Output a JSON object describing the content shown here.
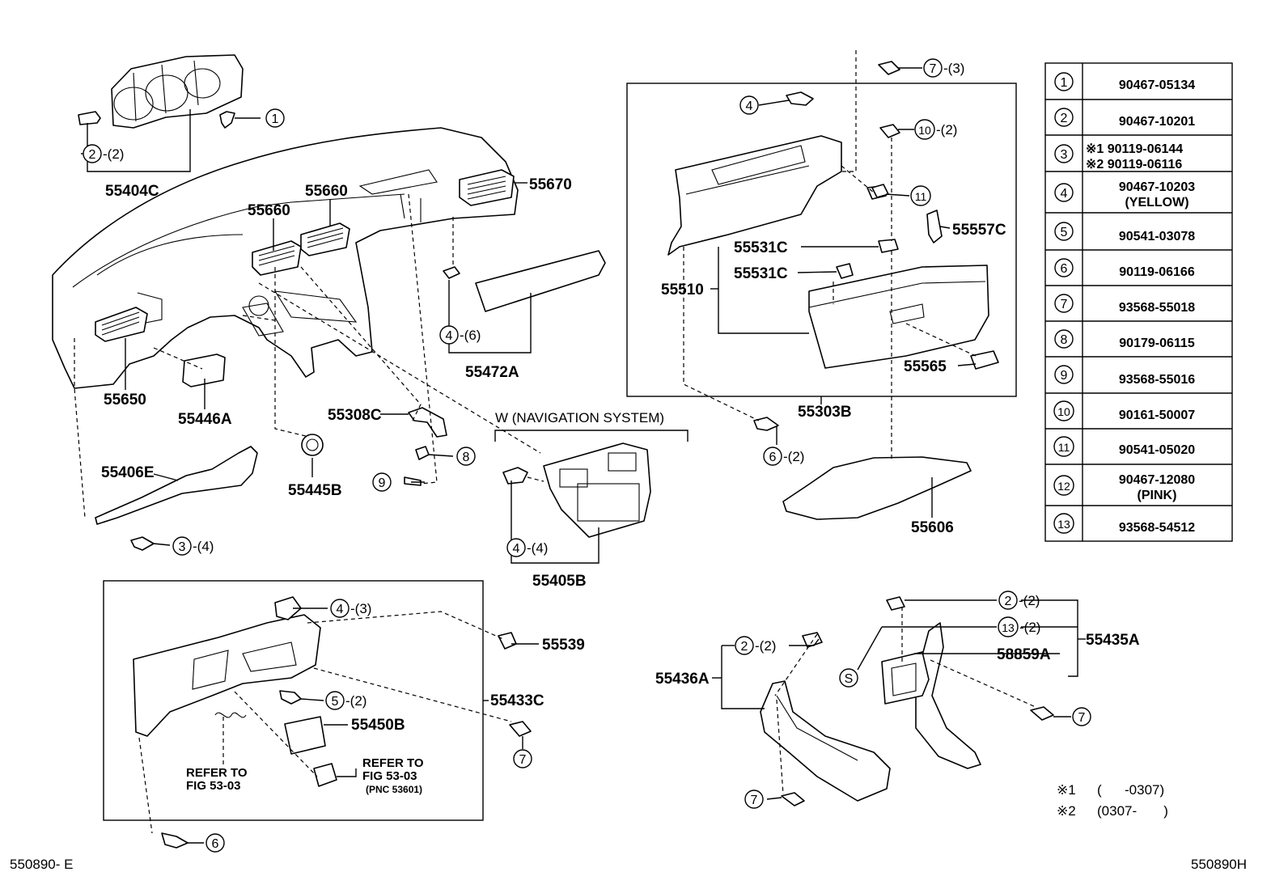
{
  "diagram": {
    "section_title": "W (NAVIGATION SYSTEM)",
    "footer_left": "550890- E",
    "footer_right": "550890H",
    "part_labels": [
      "55404C",
      "55670",
      "55660",
      "55660",
      "55650",
      "55446A",
      "55472A",
      "55308C",
      "55406E",
      "55445B",
      "55405B",
      "55303B",
      "55510",
      "55531C",
      "55531C",
      "55557C",
      "55565",
      "55606",
      "55539",
      "55433C",
      "55450B",
      "55435A",
      "58859A",
      "55436A"
    ],
    "callouts": [
      {
        "num": "1",
        "qty": ""
      },
      {
        "num": "2",
        "qty": "-(2)"
      },
      {
        "num": "4",
        "qty": "-(6)"
      },
      {
        "num": "8",
        "qty": ""
      },
      {
        "num": "9",
        "qty": ""
      },
      {
        "num": "3",
        "qty": "-(4)"
      },
      {
        "num": "4",
        "qty": "-(4)"
      },
      {
        "num": "7",
        "qty": "-(3)"
      },
      {
        "num": "4",
        "qty": ""
      },
      {
        "num": "10",
        "qty": "-(2)"
      },
      {
        "num": "11",
        "qty": ""
      },
      {
        "num": "6",
        "qty": "-(2)"
      },
      {
        "num": "4",
        "qty": "-(3)"
      },
      {
        "num": "5",
        "qty": "-(2)"
      },
      {
        "num": "7",
        "qty": ""
      },
      {
        "num": "6",
        "qty": ""
      },
      {
        "num": "2",
        "qty": "-(2)"
      },
      {
        "num": "13",
        "qty": "-(2)"
      },
      {
        "num": "7",
        "qty": ""
      },
      {
        "num": "2",
        "qty": "-(2)"
      },
      {
        "num": "7",
        "qty": ""
      }
    ],
    "s_mark": "S",
    "refer_notes": [
      {
        "line1": "REFER TO",
        "line2": "FIG 53-03",
        "line3": ""
      },
      {
        "line1": "REFER TO",
        "line2": "FIG 53-03",
        "line3": "(PNC 53601)"
      }
    ],
    "footnotes": [
      {
        "mark": "※1",
        "text": "(      -0307)"
      },
      {
        "mark": "※2",
        "text": "(0307-       )"
      }
    ]
  },
  "legend_table": {
    "rows": [
      {
        "num": "1",
        "lines": [
          "90467-05134"
        ]
      },
      {
        "num": "2",
        "lines": [
          "90467-10201"
        ]
      },
      {
        "num": "3",
        "lines": [
          "※1 90119-06144",
          "※2 90119-06116"
        ]
      },
      {
        "num": "4",
        "lines": [
          "90467-10203",
          "(YELLOW)"
        ]
      },
      {
        "num": "5",
        "lines": [
          "90541-03078"
        ]
      },
      {
        "num": "6",
        "lines": [
          "90119-06166"
        ]
      },
      {
        "num": "7",
        "lines": [
          "93568-55018"
        ]
      },
      {
        "num": "8",
        "lines": [
          "90179-06115"
        ]
      },
      {
        "num": "9",
        "lines": [
          "93568-55016"
        ]
      },
      {
        "num": "10",
        "lines": [
          "90161-50007"
        ]
      },
      {
        "num": "11",
        "lines": [
          "90541-05020"
        ]
      },
      {
        "num": "12",
        "lines": [
          "90467-12080",
          "(PINK)"
        ]
      },
      {
        "num": "13",
        "lines": [
          "93568-54512"
        ]
      }
    ]
  }
}
